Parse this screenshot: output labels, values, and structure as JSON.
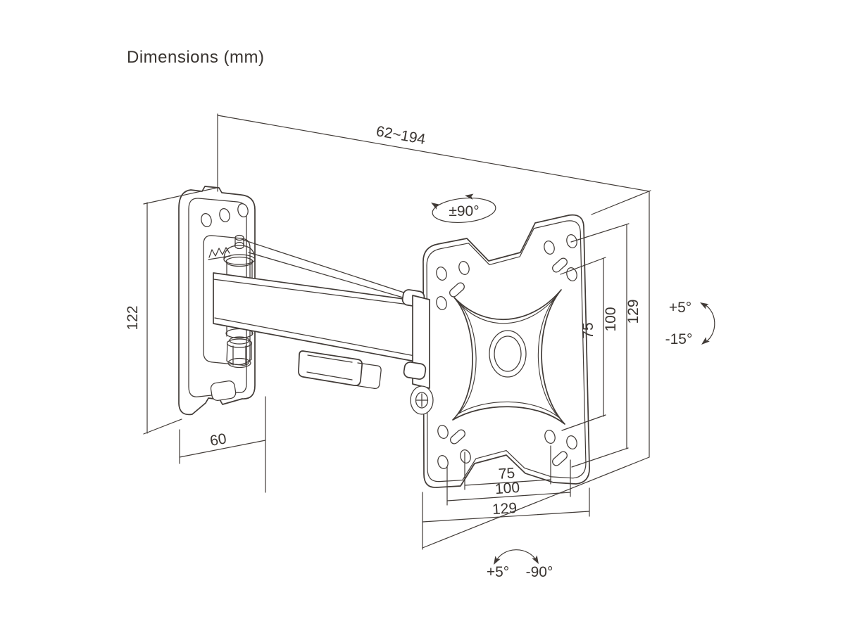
{
  "title": "Dimensions (mm)",
  "colors": {
    "line": "#413b37",
    "text": "#393430",
    "background": "#ffffff"
  },
  "labels": {
    "arm_extension": "62~194",
    "swivel_range": "±90°",
    "wall_plate_height": "122",
    "wall_plate_width": "60",
    "vesa_height": [
      "75",
      "100",
      "129"
    ],
    "vesa_width": [
      "75",
      "100",
      "129"
    ],
    "tilt_up": "+5°",
    "tilt_down": "-15°",
    "rotation_up": "+5°",
    "rotation_down": "-90°"
  }
}
